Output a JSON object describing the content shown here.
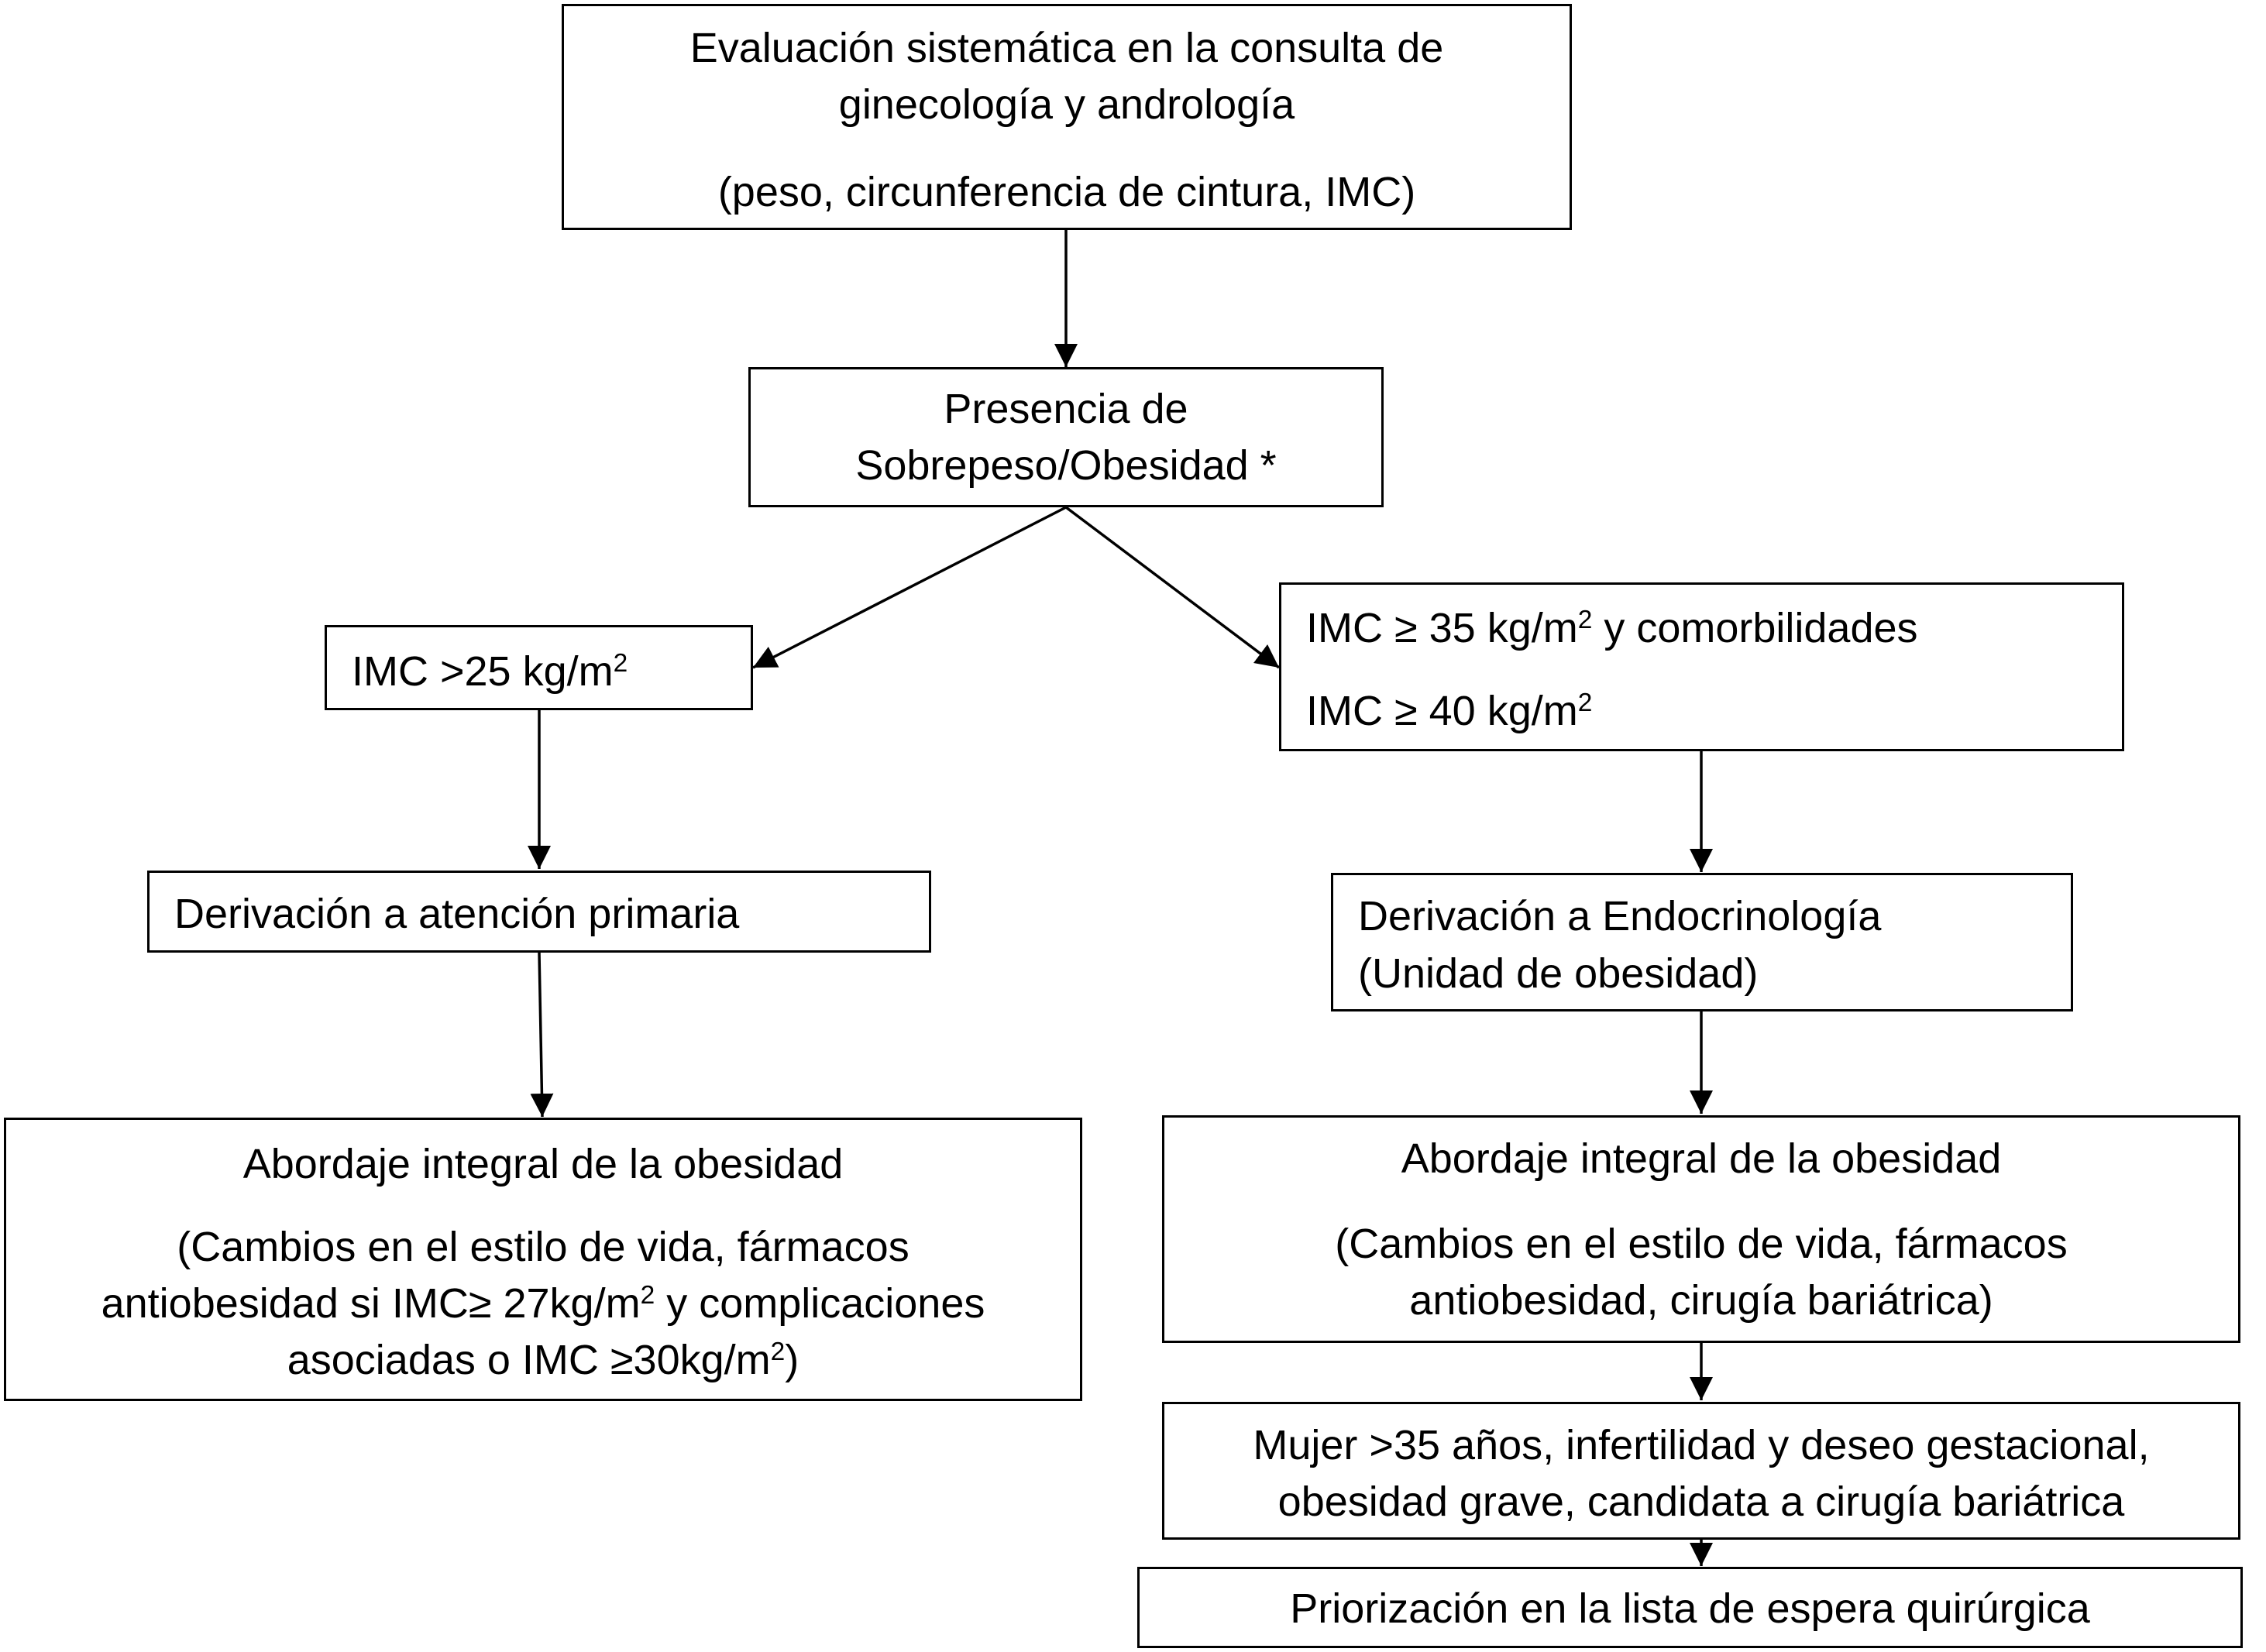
{
  "box_eval": {
    "line1": "Evaluación sistemática en la consulta de",
    "line2": "ginecología y andrología",
    "line3": "(peso, circunferencia de cintura, IMC)"
  },
  "box_presence": {
    "line1": "Presencia de",
    "line2": "Sobrepeso/Obesidad *"
  },
  "box_imc25": {
    "pre": "IMC >25 kg/m",
    "sup": "2"
  },
  "box_imc35": {
    "line1_pre": "IMC ≥ 35 kg/m",
    "line1_sup": "2",
    "line1_post": " y comorbilidades",
    "line2_pre": "IMC ≥ 40 kg/m",
    "line2_sup": "2"
  },
  "box_primary": {
    "line1": "Derivación a atención primaria"
  },
  "box_endo": {
    "line1": "Derivación a Endocrinología",
    "line2": "(Unidad de obesidad)"
  },
  "box_integral_left": {
    "line1": "Abordaje integral de la obesidad",
    "line2": "(Cambios en el estilo de vida, fármacos",
    "line3_pre": "antiobesidad si IMC≥ 27kg/m",
    "line3_sup": "2",
    "line3_post": " y complicaciones",
    "line4_pre": "asociadas o IMC ≥30kg/m",
    "line4_sup": "2",
    "line4_post": ")"
  },
  "box_integral_right": {
    "line1": "Abordaje integral de la obesidad",
    "line2": "(Cambios en el estilo de vida, fármacos",
    "line3": "antiobesidad, cirugía bariátrica)"
  },
  "box_woman": {
    "line1": "Mujer >35 años, infertilidad y deseo gestacional,",
    "line2": "obesidad grave, candidata a cirugía bariátrica"
  },
  "box_priority": {
    "line1": "Priorización en la lista de espera quirúrgica"
  }
}
